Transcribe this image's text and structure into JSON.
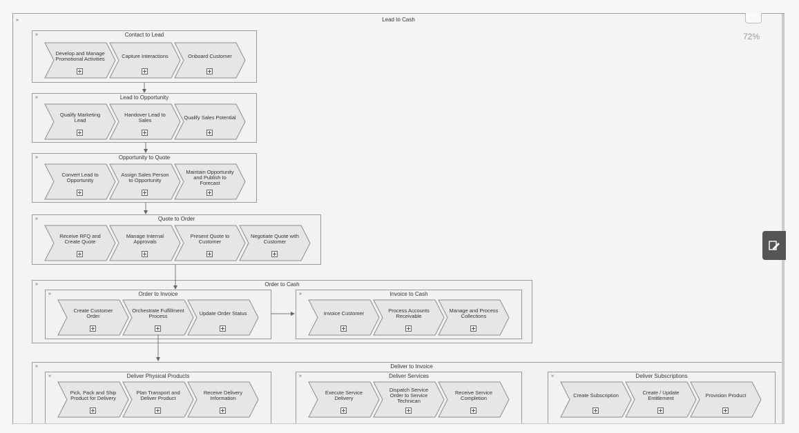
{
  "diagram": {
    "title": "Lead to Cash",
    "zoom": "72%",
    "expand_marker": "»",
    "groups": {
      "contact_to_lead": {
        "title": "Contact to Lead",
        "steps": [
          "Develop and Manage Promotional Activities",
          "Capture Interactions",
          "Onboard Customer"
        ]
      },
      "lead_to_opportunity": {
        "title": "Lead to Opportunity",
        "steps": [
          "Qualify Marketing Lead",
          "Handover Lead to Sales",
          "Qualify Sales Potential"
        ]
      },
      "opportunity_to_quote": {
        "title": "Opportunity to Quote",
        "steps": [
          "Convert Lead to Opportunity",
          "Assign Sales Person to Opportunity",
          "Maintain Opportunity and Publish to Forecast"
        ]
      },
      "quote_to_order": {
        "title": "Quote to Order",
        "steps": [
          "Receive RFQ and Create Quote",
          "Manage Internal Approvals",
          "Present Quote to Customer",
          "Negotiate Quote with Customer"
        ]
      },
      "order_to_cash": {
        "title": "Order to Cash",
        "subgroups": {
          "order_to_invoice": {
            "title": "Order to Invoice",
            "steps": [
              "Create Customer Order",
              "Orchestrate Fulfillment Process",
              "Update Order Status"
            ]
          },
          "invoice_to_cash": {
            "title": "Invoice to Cash",
            "steps": [
              "Invoice Customer",
              "Process Accounts Receivable",
              "Manage and Process Collections"
            ]
          }
        }
      },
      "deliver_to_invoice": {
        "title": "Deliver to Invoice",
        "subgroups": {
          "deliver_physical_products": {
            "title": "Deliver Physical Products",
            "steps": [
              "Pick, Pack and Ship Product for Delivery",
              "Plan Transport and Deliver Product",
              "Receive Delivery Information"
            ]
          },
          "deliver_services": {
            "title": "Deliver Services",
            "steps": [
              "Execute Service Delivery",
              "Dispatch Service Order to Service Technican",
              "Receive Service Completion"
            ]
          },
          "deliver_subscriptions": {
            "title": "Deliver Subscriptions",
            "steps": [
              "Create Subscription",
              "Create / Update Entitlement",
              "Provision Product"
            ]
          }
        }
      }
    }
  },
  "icons": {
    "side_button": "edit-icon",
    "expand": "expand-marker-icon",
    "plus": "plus-box-icon"
  },
  "colors": {
    "chevron_fill": "#e6e6e6",
    "chevron_stroke": "#8c8c8c",
    "side_button": "#555555"
  }
}
